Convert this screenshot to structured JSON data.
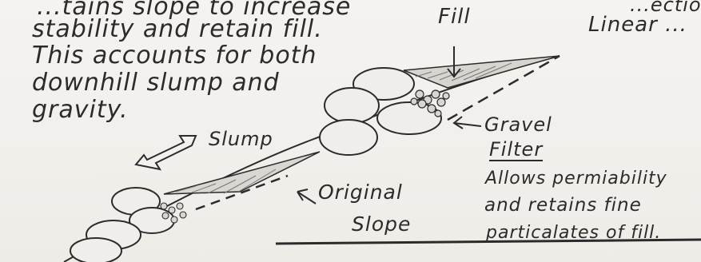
{
  "text": {
    "fill_label": "Fill",
    "top_left_line0": "...tains slope to increase",
    "top_left_line1": "stability and retain fill.",
    "top_left_line2": "This accounts for both",
    "top_left_line3": "downhill slump and",
    "top_left_line4": "gravity.",
    "slump_label": "Slump",
    "gravel_label": "Gravel",
    "filter_label": "Filter",
    "filter_desc_line1": "Allows permiability",
    "filter_desc_line2": "and retains fine",
    "filter_desc_line3": "particalates of fill.",
    "original_slope_line1": "Original",
    "original_slope_line2": "Slope",
    "top_right_line0": "...ection",
    "top_right_line1": "Linear ..."
  },
  "icons": {
    "slump_arrow": "hollow-arrow-left-down",
    "fill_arrow": "arrow-down",
    "gravel_arrow": "arrow-left",
    "original_slope_arrow": "arrow-left-up"
  },
  "colors": {
    "pencil": "#2b2b2b",
    "paper": "#f3f1ee",
    "rock_fill": "#f0eeeb",
    "shade": "#777777"
  }
}
